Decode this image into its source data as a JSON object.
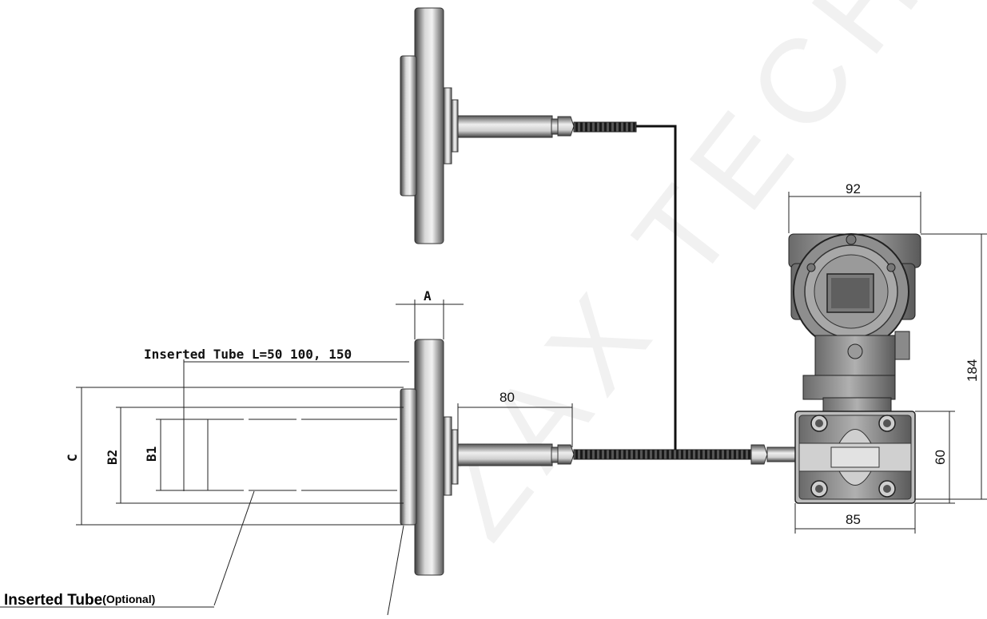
{
  "watermark": "ZAX TECH",
  "dimensions": {
    "width_top": "92",
    "height_right": "184",
    "body_height": "60",
    "body_width": "85",
    "capillary_length": "80",
    "flange_thickness": "A",
    "diameter_c": "C",
    "diameter_b2": "B2",
    "diameter_b1": "B1"
  },
  "labels": {
    "inserted_tube_length": "Inserted Tube L=50 100, 150",
    "inserted_tube_main": "Inserted Tube",
    "inserted_tube_optional": "(Optional)"
  },
  "colors": {
    "metal_dark": "#4a4a4a",
    "metal_light": "#e8e8e8",
    "housing": "#8a8a8a",
    "line": "#111111"
  }
}
